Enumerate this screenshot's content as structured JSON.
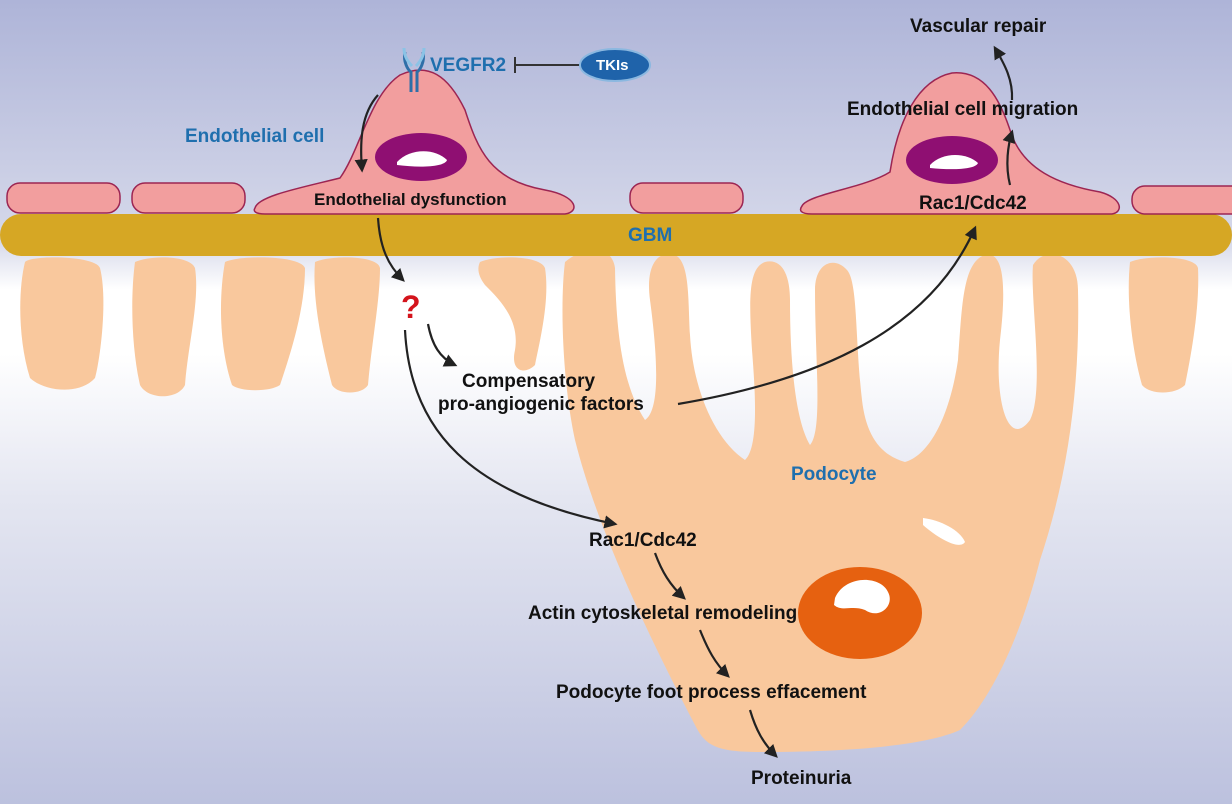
{
  "colors": {
    "endothelial_fill": "#f29e9e",
    "endothelial_stroke": "#9c2552",
    "nucleus": "#8f0f72",
    "gbm": "#d6a724",
    "podocyte": "#f9c89d",
    "podocyte_nucleus": "#e66110",
    "label_blue": "#1f6fae",
    "question_red": "#d4141c",
    "tki_blue": "#1f63aa"
  },
  "icons": {
    "receptor": "vegfr2-receptor-icon",
    "inhibitor": "inhibition-bar-icon"
  },
  "labels": {
    "vascular_repair": "Vascular repair",
    "vegfr2": "VEGFR2",
    "tkis": "TKIs",
    "endothelial_cell": "Endothelial cell",
    "endothelial_migration": "Endothelial cell migration",
    "endothelial_dysfunction": "Endothelial dysfunction",
    "rac1_top": "Rac1/Cdc42",
    "gbm": "GBM",
    "question": "?",
    "compensatory_line1": "Compensatory",
    "compensatory_line2": "pro-angiogenic factors",
    "podocyte": "Podocyte",
    "rac1_bottom": "Rac1/Cdc42",
    "actin": "Actin cytoskeletal remodeling",
    "effacement": "Podocyte foot process effacement",
    "proteinuria": "Proteinuria"
  }
}
